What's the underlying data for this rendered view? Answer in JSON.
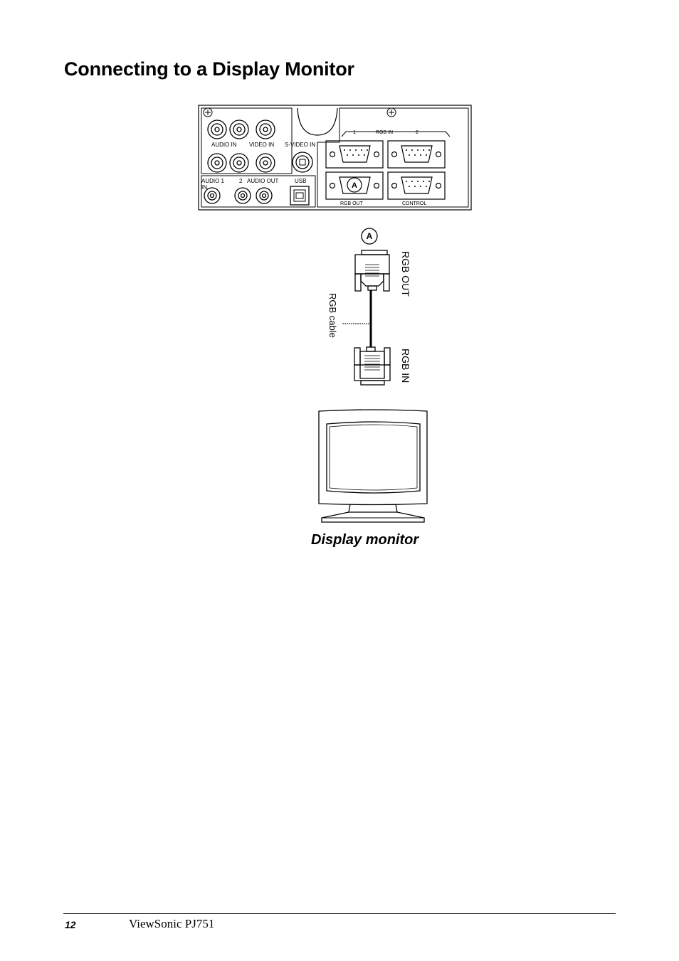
{
  "page": {
    "title": "Connecting to a Display Monitor",
    "caption": "Display monitor",
    "footer": {
      "page_number": "12",
      "product": "ViewSonic  PJ751"
    }
  },
  "panel": {
    "labels": {
      "audio_in": "AUDIO IN",
      "video_in": "VIDEO IN",
      "s_video_in": "S-VIDEO IN",
      "audio_1": "AUDIO 1",
      "in": "IN",
      "two": "2",
      "audio_out": "AUDIO OUT",
      "usb": "USB",
      "rgb_in_1": "1",
      "rgb_in": "RGB   IN",
      "rgb_in_2": "2",
      "rgb_out": "RGB  OUT",
      "control": "CONTROL",
      "marker": "A"
    }
  },
  "cable": {
    "marker": "A",
    "rgb_out_label": "RGB  OUT",
    "rgb_in_label": "RGB IN",
    "cable_label": "RGB cable"
  }
}
